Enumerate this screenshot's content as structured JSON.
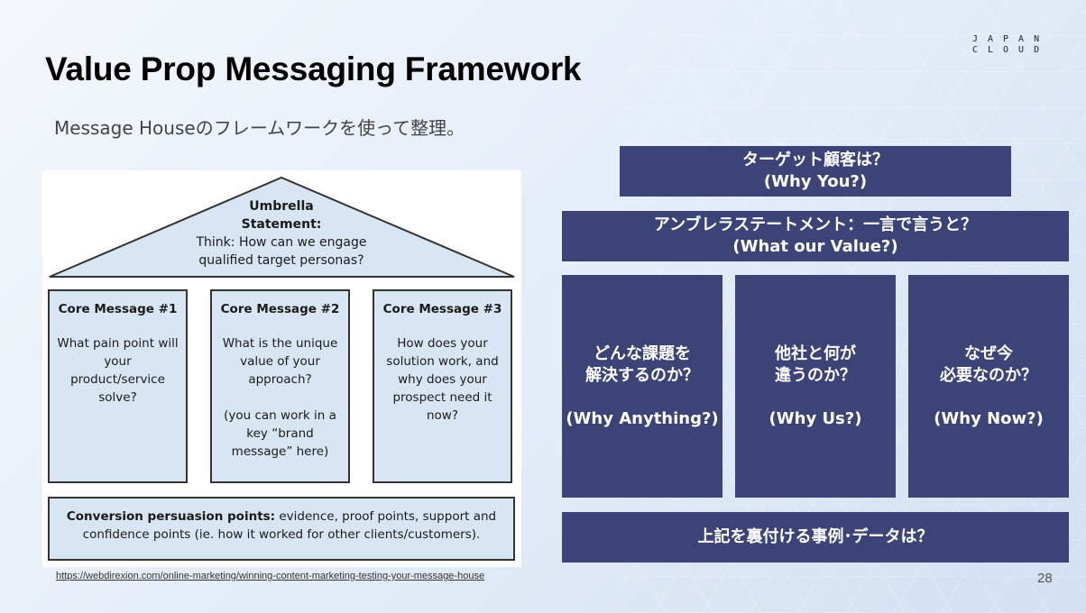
{
  "title": "Value Prop Messaging Framework",
  "subtitle": "Message Houseのフレームワークを使って整理。",
  "logo": {
    "line1": "JAPAN",
    "line2": "CLOUD"
  },
  "house": {
    "roof": {
      "heading1": "Umbrella",
      "heading2": "Statement:",
      "body1": "Think: How can we engage",
      "body2": "qualified target personas?"
    },
    "pillars": [
      {
        "heading": "Core Message #1",
        "body": "What pain point will\nyour\nproduct/service\nsolve?",
        "note": ""
      },
      {
        "heading": "Core Message #2",
        "body": "What is the unique\nvalue of your\napproach?",
        "note": "(you can work in a\nkey “brand\nmessage” here)"
      },
      {
        "heading": "Core Message #3",
        "body": "How does your\nsolution work, and\nwhy does your\nprospect need it\nnow?",
        "note": ""
      }
    ],
    "base": {
      "bold": "Conversion persuasion points:",
      "text": " evidence, proof points, support and confidence points (ie. how it worked for other clients/customers)."
    }
  },
  "source_url": "https://webdirexion.com/online-marketing/winning-content-marketing-testing-your-message-house",
  "framework": {
    "target": {
      "line1": "ターゲット顧客は？",
      "line2": "(Why You?)"
    },
    "umbrella": {
      "line1": "アンブレラステートメント：一言で言うと？",
      "line2": "(What our Value?)"
    },
    "columns": [
      {
        "line1": "どんな課題を",
        "line2": "解決するのか？",
        "why": "(Why Anything?)"
      },
      {
        "line1": "他社と何が",
        "line2": "違うのか？",
        "why": "(Why Us?)"
      },
      {
        "line1": "なぜ今",
        "line2": "必要なのか？",
        "why": "(Why Now?)"
      }
    ],
    "evidence": "上記を裏付ける事例･データは？"
  },
  "page_number": "28"
}
